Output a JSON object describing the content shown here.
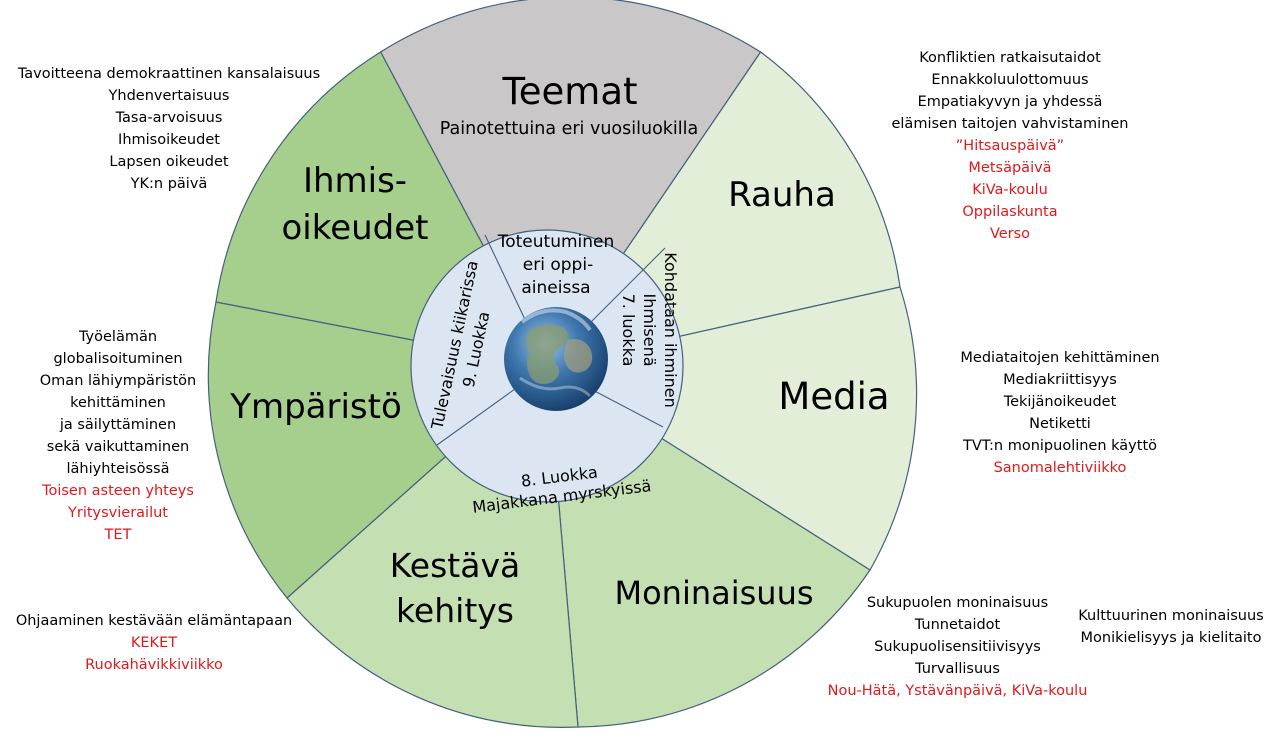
{
  "header": {
    "title": "Teemat",
    "subtitle": "Painotettuina eri vuosiluokilla"
  },
  "themes": {
    "rauha": "Rauha",
    "media": "Media",
    "moninaisuus": "Moninaisuus",
    "kestava": [
      "Kestävä",
      "kehitys"
    ],
    "ymparisto": "Ympäristö",
    "ihmisoikeudet": [
      "Ihmis-",
      "oikeudet"
    ]
  },
  "inner": {
    "top": [
      "Toteutuminen",
      "eri oppi-",
      "aineissa"
    ],
    "right": [
      "Kohdataan ihminen",
      "Ihmisenä",
      "7. luokka"
    ],
    "bottom": [
      "8. Luokka",
      "Majakkana myrskyissä"
    ],
    "left": [
      "Tulevaisuus kiikarissa",
      "9. Luokka"
    ]
  },
  "notes": {
    "ihmisoikeudet": {
      "black": [
        "Tavoitteena demokraattinen kansalaisuus",
        "Yhdenvertaisuus",
        "Tasa-arvoisuus",
        "Ihmisoikeudet",
        "Lapsen oikeudet",
        "YK:n päivä"
      ],
      "red": []
    },
    "rauha": {
      "black": [
        "Konfliktien ratkaisutaidot",
        "Ennakkoluulottomuus",
        "Empatiakyvyn ja yhdessä",
        "elämisen taitojen vahvistaminen"
      ],
      "red": [
        "”Hitsauspäivä”",
        "Metsäpäivä",
        "KiVa-koulu",
        "Oppilaskunta",
        "Verso"
      ]
    },
    "ymparisto": {
      "black": [
        "Työelämän",
        "globalisoituminen",
        "Oman lähiympäristön",
        "kehittäminen",
        "ja säilyttäminen",
        "sekä vaikuttaminen",
        "lähiyhteisössä"
      ],
      "red": [
        "Toisen asteen yhteys",
        "Yritysvierailut",
        "TET"
      ]
    },
    "media": {
      "black": [
        "Mediataitojen kehittäminen",
        "Mediakriittisyys",
        "Tekijänoikeudet",
        "Netiketti",
        "TVT:n monipuolinen käyttö"
      ],
      "red": [
        "Sanomalehtiviikko"
      ]
    },
    "kestava": {
      "black": [
        "Ohjaaminen kestävään elämäntapaan"
      ],
      "red": [
        "KEKET",
        "Ruokahävikkiviikko"
      ]
    },
    "moninaisuus": {
      "black": [
        "Sukupuolen moninaisuus",
        "Tunnetaidot",
        "Sukupuolisensitiivisyys",
        "Turvallisuus"
      ],
      "red": [
        "Nou-Hätä, Ystävänpäivä, KiVa-koulu"
      ]
    },
    "kulttuuri": {
      "black": [
        "Kulttuurinen moninaisuus",
        "Monikielisyys ja kielitaito"
      ],
      "red": []
    }
  },
  "colors": {
    "top_sector": "#c9c7c7",
    "light_green": "#e3eed8",
    "mid_green": "#c4dfb1",
    "dark_green": "#a6cf8d",
    "inner_ring": "#dbe6f2",
    "outline": "#44607e",
    "red_text": "#e0191b"
  }
}
